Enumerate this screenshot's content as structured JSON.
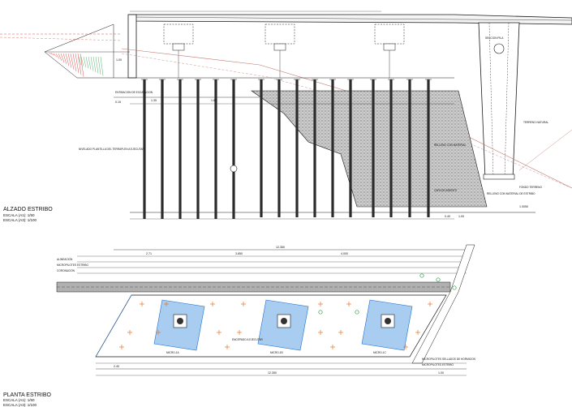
{
  "elevation": {
    "title": "ALZADO ESTRIBO",
    "scale_unit": "ESCALA (A1): 1/50",
    "scale_sheet": "ESCALA (A3): 1/100",
    "notes": {
      "pile_group_note": "NIVELADO PLANTILLA DEL TERRAPLEN A EJECUTAR",
      "excavation_note": "ENTIBACION DE EXCAVACION",
      "terrain_note": "TERRENO NATURAL",
      "slope_note": "RELLENO CON MATERIAL",
      "foundation_note": "CAPA DE ASIENTO",
      "lower_note": "RELLENO CON MATERIAL DE ESTRIBO",
      "ground_note": "FONDO TERRENO",
      "pier_note": "SECCION PILA"
    },
    "dimensions": {
      "top_dim": "1.00",
      "left_dim": "0.15",
      "right_dim": "1.00",
      "bottom_dim": "0.40",
      "level_1": "1.35",
      "level_2": "1.80",
      "base_level": "1.0050"
    }
  },
  "plan": {
    "title": "PLANTA ESTRIBO",
    "scale_unit": "ESCALA (A1): 1/50",
    "scale_sheet": "ESCALA (A3): 1/100",
    "dimensions": {
      "overall": "12.350",
      "bottom_total": "12.350",
      "seg_a": "2.71",
      "seg_b": "3.850",
      "seg_c": "4.000",
      "left_offset": "2.40",
      "right_offset": "1.00"
    },
    "labels": {
      "row_1": "ALINEACION",
      "row_2": "MICROPILOTES ESTRIBO",
      "row_3": "CORONACION",
      "micropile_note": "MICROPILOTES SELLADOS DE HORMIGON",
      "micropile_note_2": "MICROPILOTES ESTRIBO",
      "pile_cap_label": "ENCEPADO A EJECUTAR",
      "cap_1": "MICRO-1A",
      "cap_2": "MICRO-1B",
      "cap_3": "MICRO-1C"
    }
  },
  "colors": {
    "line": "#1a1a1a",
    "cap_fill": "#a9cdf0",
    "slope_red": "#d62020",
    "slope_green": "#2a9d4a",
    "pile_marker": "#e8722c",
    "soil": "#6e6e6e"
  }
}
